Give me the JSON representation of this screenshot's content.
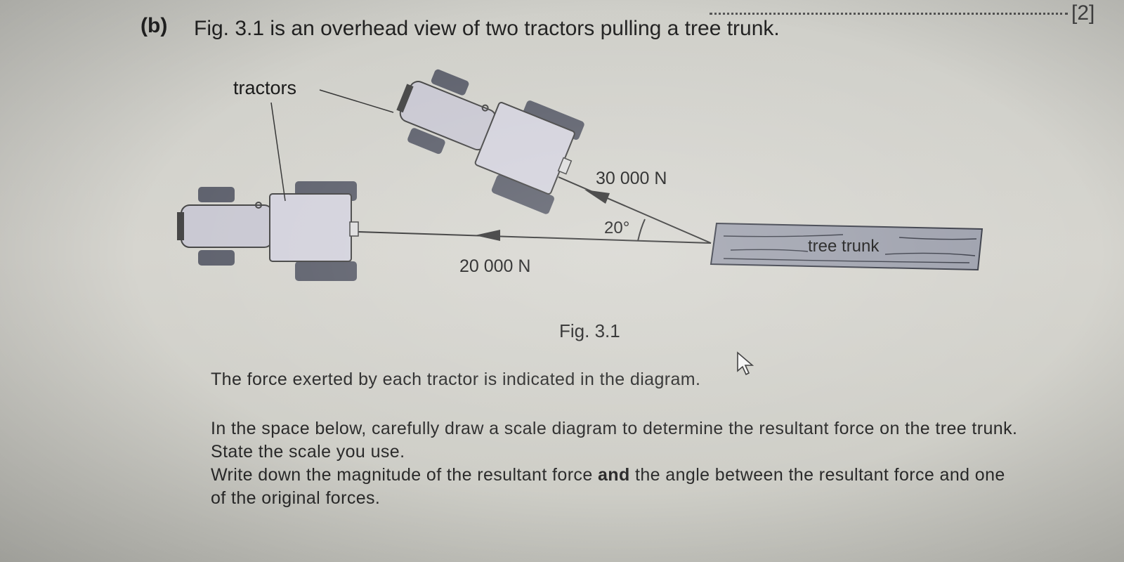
{
  "header": {
    "mark": "[2]",
    "part_label": "(b)",
    "question": "Fig. 3.1 is an overhead view of two tractors pulling a tree trunk."
  },
  "figure": {
    "label_tractors": "tractors",
    "force_upper": "30 000 N",
    "force_lower": "20 000 N",
    "angle": "20°",
    "label_trunk": "tree trunk",
    "caption": "Fig. 3.1"
  },
  "body": {
    "p1": "The force exerted by each tractor is indicated in the diagram.",
    "p2": "In the space below, carefully draw a scale diagram to determine the resultant force on the tree trunk. State the scale you use.",
    "p3_before": "Write down the magnitude of the resultant force ",
    "p3_bold": "and",
    "p3_after": " the angle between the resultant force and one of the original forces."
  }
}
